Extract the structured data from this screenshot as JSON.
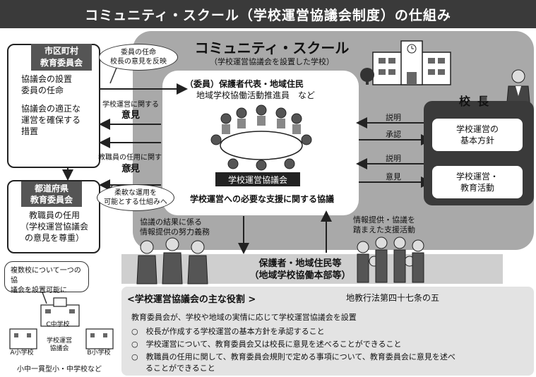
{
  "title": "コミュニティ・スクール（学校運営協議会制度）の仕組み",
  "community_school": {
    "title": "コミュニティ・スクール",
    "subtitle": "（学校運営協議会を設置した学校）"
  },
  "council": {
    "members_line1": "（委員）保護者代表・地域住民",
    "members_line2": "地域学校協働活動推進員　など",
    "label": "学校運営協議会",
    "support_text": "学校運営への必要な支援に関する協議"
  },
  "city_board": {
    "header": "市区町村\n教育委員会",
    "text1": "協議会の設置\n委員の任命",
    "text2": "協議会の適正な\n運営を確保する\n措置"
  },
  "pref_board": {
    "header": "都道府県\n教育委員会",
    "text": "教職員の任用\n（学校運営協議会\nの意見を尊重）"
  },
  "bubbles": {
    "top": "委員の任命\n校長の意見を反映",
    "bottom": "柔軟な運用を\n可能とする仕組みへ"
  },
  "opinion_1": {
    "small": "学校運営に関する",
    "large": "意見"
  },
  "opinion_2": {
    "small": "教職員の任用に関する",
    "large": "意見"
  },
  "principal": {
    "label": "校長",
    "box1": "学校運営の\n基本方針",
    "box2": "学校運営・\n教育活動"
  },
  "arrow_labels": {
    "explain1": "説明",
    "approve": "承認",
    "explain2": "説明",
    "opinion": "意見"
  },
  "effort_text": "協議の結果に係る\n情報提供の努力義務",
  "support_text": "情報提供・協議を\n踏まえた支援活動",
  "guardians": "保護者・地域住民等\n（地域学校協働本部等）",
  "roles": {
    "title": "<学校運営協議会の主な役割 >",
    "law": "地教行法第四十七条の五",
    "intro": "教育委員会が、学校や地域の実情に応じて学校運営協議会を設置",
    "items": [
      "○　校長が作成する学校運営の基本方針を承認すること",
      "○　学校運営について、教育委員会又は校長に意見を述べることができること",
      "○　教職員の任用に関して、教育委員会規則で定める事項について、教育委員会に意見を述べ",
      "ることができること"
    ]
  },
  "multi_school": {
    "bubble": "複数校について一つの協\n議会を設置可能に",
    "school_c": "C中学校",
    "school_a": "A小学校",
    "council": "学校運営\n協議会",
    "school_b": "B小学校",
    "caption": "小中一貫型小・中学校など"
  }
}
